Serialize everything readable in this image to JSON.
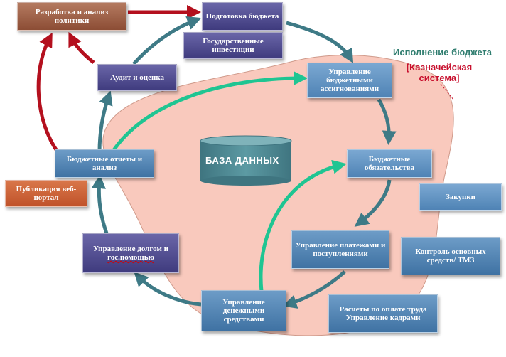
{
  "boxes": {
    "policy": "Разработка  и анализ политики",
    "budget_prep": "Подготовка бюджета",
    "public_investment": "Государственные инвестиции",
    "appropriations": "Управление бюджетными ассигнованиями",
    "commitments": "Бюджетные обязательства",
    "procurement": "Закупки",
    "payments": "Управление платежами и поступлениями",
    "fixed_assets": "Контроль  основных средств/ ТМЗ",
    "payroll_line1": "Расчеты по оплате труда",
    "payroll_line2": "Управление кадрами",
    "cash": "Управление денежными средствами",
    "debt_line1": "Управление долгом и",
    "debt_line2": "гос.помощью",
    "reports": "Бюджетные отчеты и анализ",
    "publication": "Публикация веб-портал",
    "audit": "Аудит и оценка"
  },
  "database_label": "БАЗА   ДАННЫХ",
  "execution_label": "Исполнение бюджета",
  "treasury_label_line1": "[Казначейская",
  "treasury_label_line2": "система]",
  "colors": {
    "region_fill": "#f9c9bd",
    "arrow_teal": "#3e7a86",
    "arrow_green": "#1fc592",
    "arrow_red": "#b4101e",
    "db_fill": "#4f8a94"
  }
}
